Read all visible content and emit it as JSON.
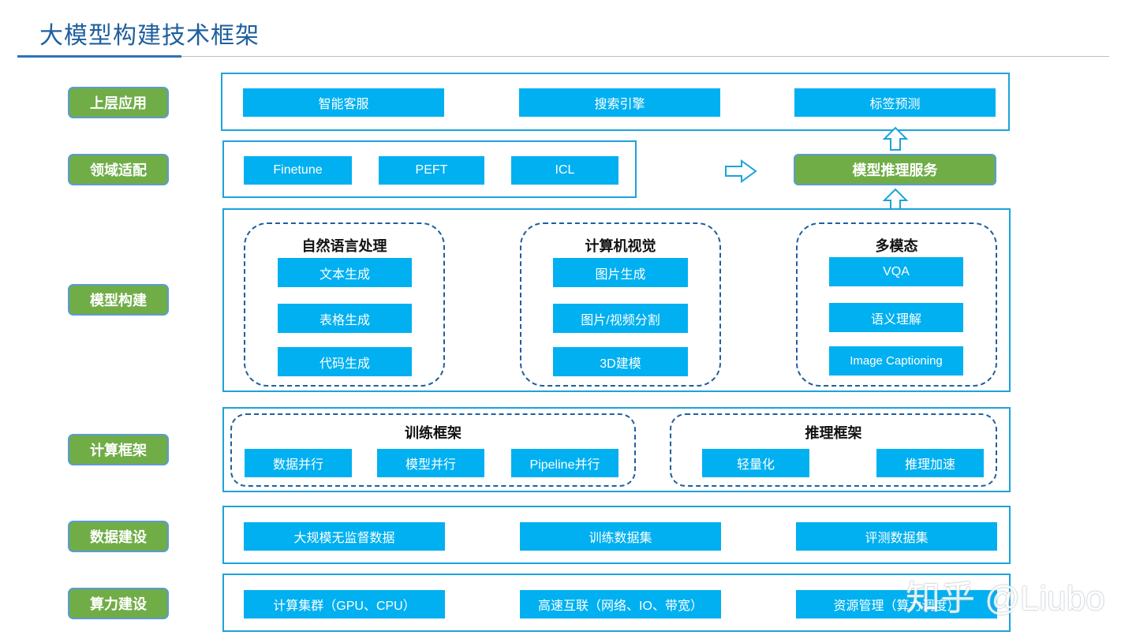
{
  "title": "大模型构建技术框架",
  "layers": {
    "app": "上层应用",
    "domain": "领域适配",
    "model": "模型构建",
    "compute_framework": "计算框架",
    "data": "数据建设",
    "power": "算力建设"
  },
  "app_row": [
    "智能客服",
    "搜索引擎",
    "标签预测"
  ],
  "domain_row": [
    "Finetune",
    "PEFT",
    "ICL"
  ],
  "inference_service": "模型推理服务",
  "model_groups": [
    {
      "title": "自然语言处理",
      "items": [
        "文本生成",
        "表格生成",
        "代码生成"
      ]
    },
    {
      "title": "计算机视觉",
      "items": [
        "图片生成",
        "图片/视频分割",
        "3D建模"
      ]
    },
    {
      "title": "多模态",
      "items": [
        "VQA",
        "语义理解",
        "Image Captioning"
      ]
    }
  ],
  "training": {
    "title": "训练框架",
    "items": [
      "数据并行",
      "模型并行",
      "Pipeline并行"
    ]
  },
  "inference": {
    "title": "推理框架",
    "items": [
      "轻量化",
      "推理加速"
    ]
  },
  "data_row": [
    "大规模无监督数据",
    "训练数据集",
    "评测数据集"
  ],
  "power_row": [
    "计算集群（GPU、CPU）",
    "高速互联（网络、IO、带宽）",
    "资源管理（算力调度）"
  ],
  "watermark": "知乎 @Liubo",
  "colors": {
    "title": "#1f5f9e",
    "box_fill": "#00b0f0",
    "frame_border": "#1ca3dc",
    "label_fill": "#70ad47",
    "label_border": "#5b9bd5",
    "dash_border": "#1f5f9e"
  }
}
